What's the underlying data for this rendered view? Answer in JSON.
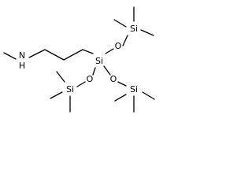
{
  "molecule": {
    "atoms": {
      "amine_n": "N",
      "amine_h": "H",
      "central_si": "Si",
      "top_o": "O",
      "top_si": "Si",
      "left_o": "O",
      "left_si": "Si",
      "right_o": "O",
      "right_si": "Si"
    }
  },
  "colors": {
    "bond": "#000000",
    "label": "#000000",
    "background": "#ffffff"
  }
}
